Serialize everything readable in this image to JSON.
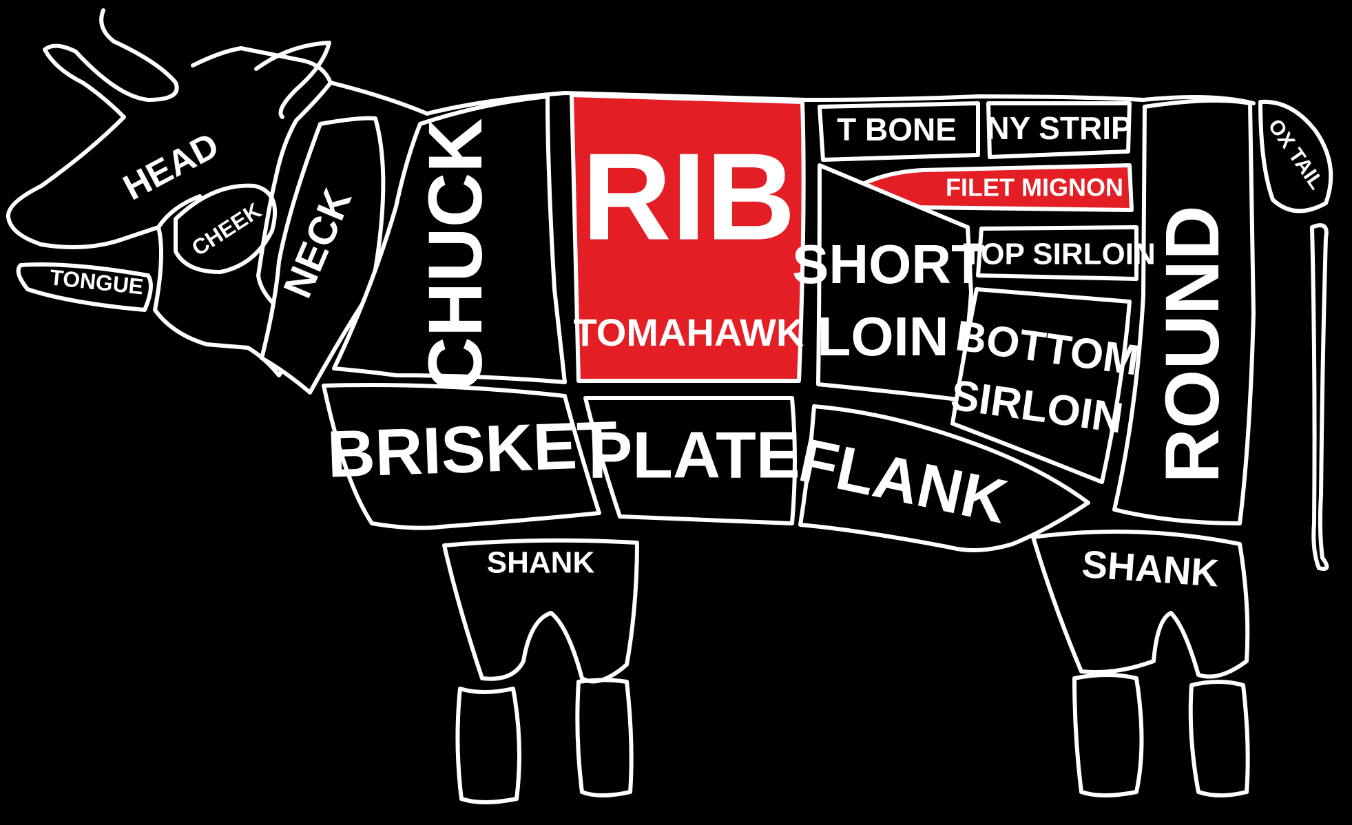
{
  "colors": {
    "background": "#000000",
    "line": "#ffffff",
    "highlight": "#e31e24"
  },
  "cuts": {
    "head": "HEAD",
    "cheek": "CHEEK",
    "tongue": "TONGUE",
    "neck": "NECK",
    "chuck": "CHUCK",
    "rib": "RIB",
    "tomahawk": "TOMAHAWK",
    "t_bone": "T BONE",
    "ny_strip": "NY STRIP",
    "filet_mignon": "FILET MIGNON",
    "short_loin_1": "SHORT",
    "short_loin_2": "LOIN",
    "top_sirloin": "TOP SIRLOIN",
    "bottom_sirloin_1": "BOTTOM",
    "bottom_sirloin_2": "SIRLOIN",
    "round": "ROUND",
    "ox_tail": "OX TAIL",
    "brisket": "BRISKET",
    "plate": "PLATE",
    "flank": "FLANK",
    "shank_front": "SHANK",
    "shank_rear": "SHANK"
  },
  "highlighted_cuts": [
    "rib",
    "filet_mignon"
  ]
}
